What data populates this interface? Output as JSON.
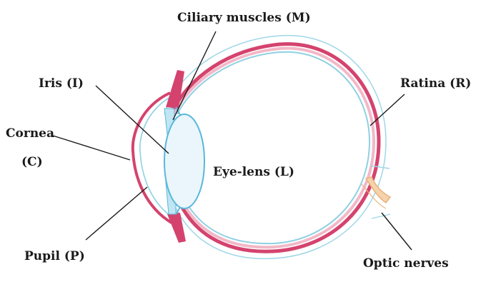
{
  "diagram": {
    "labels": {
      "ciliary_muscles": "Ciliary muscles (M)",
      "iris": "Iris (I)",
      "retina": "Ratina (R)",
      "cornea_line1": "Cornea",
      "cornea_line2": "(C)",
      "eye_lens": "Eye-lens (L)",
      "pupil": "Pupil (P)",
      "optic_nerves": "Optic nerves"
    },
    "colors": {
      "outer_wall": "#d4436e",
      "wall_fill": "#f2b8c8",
      "inner_layer": "#8fd0e4",
      "lens_fill": "#eaf6fb",
      "lens_edge": "#5bb7d9",
      "optic_nerve": "#e9b27a",
      "ink": "#1a1a1a"
    }
  }
}
